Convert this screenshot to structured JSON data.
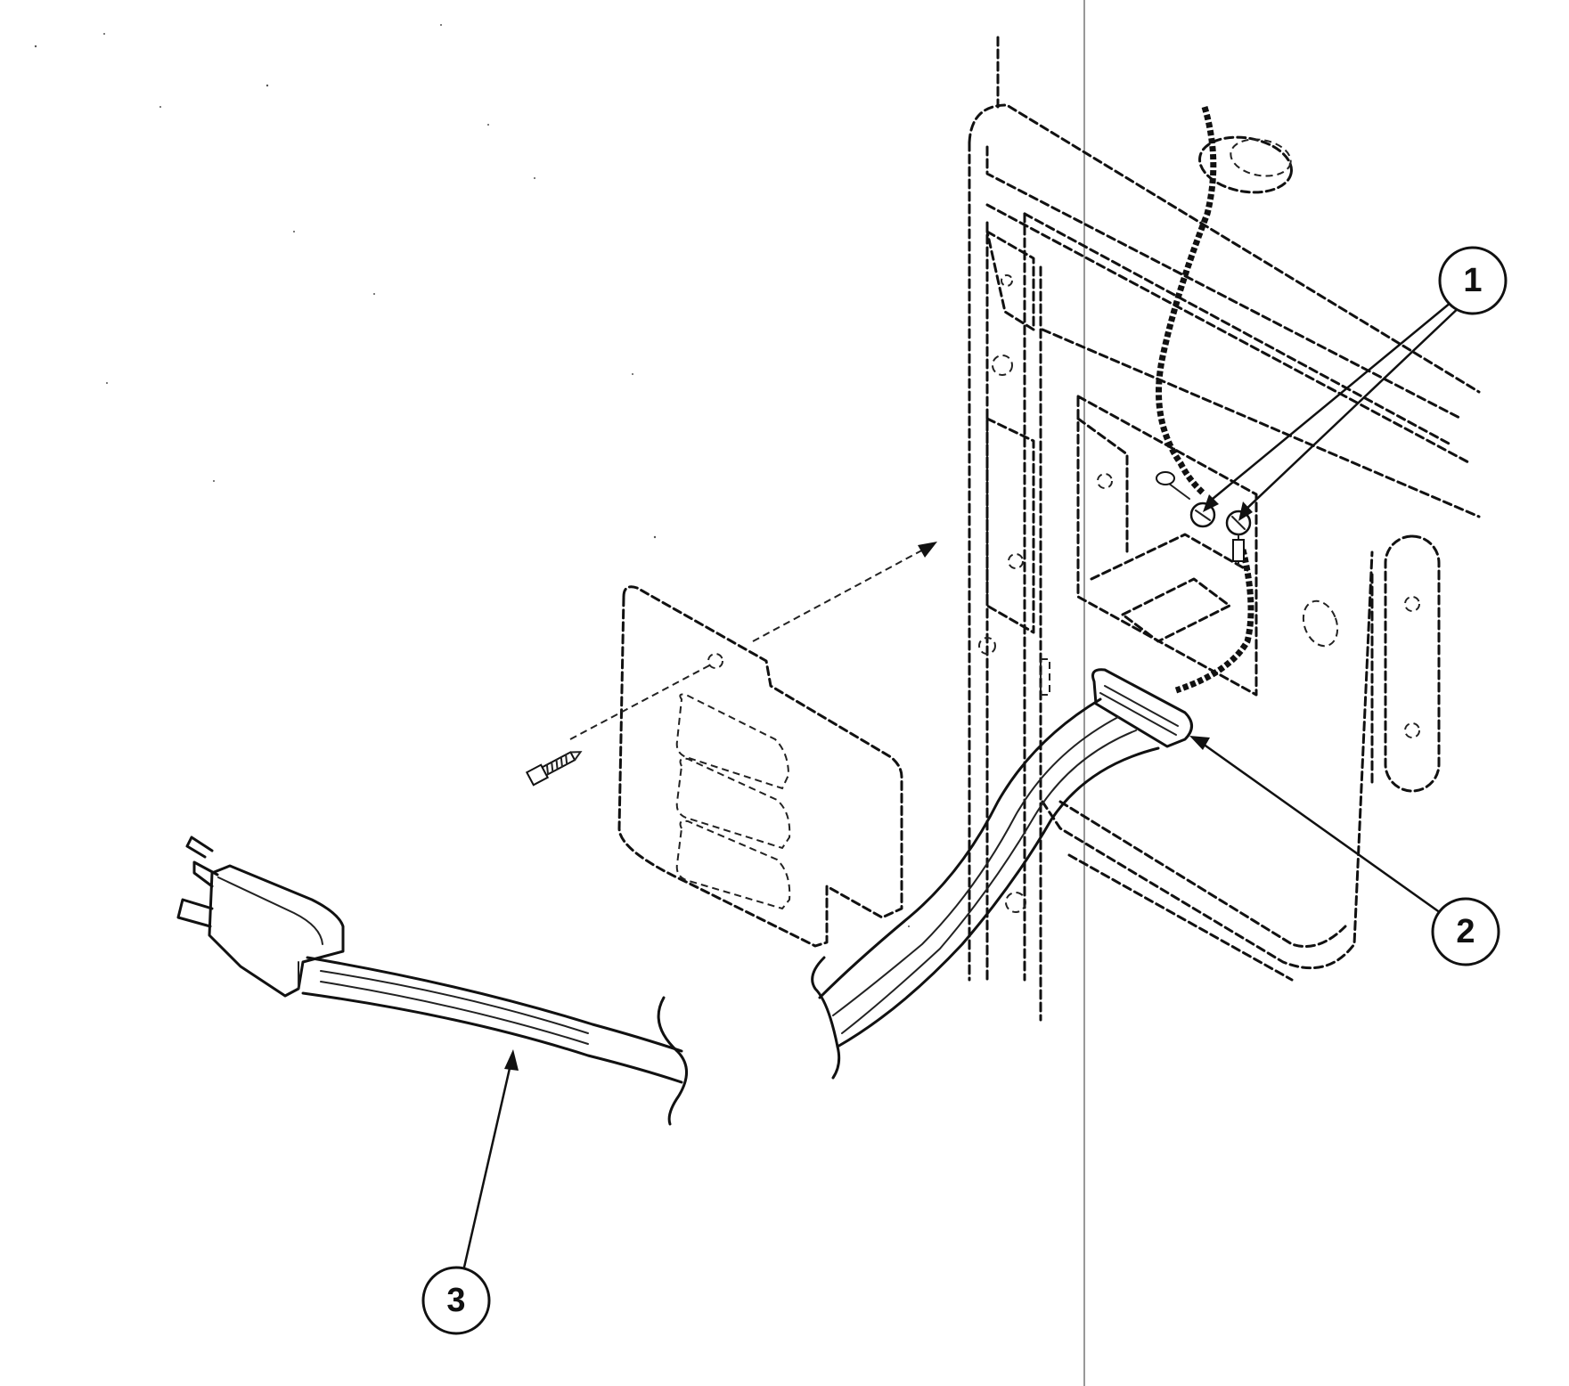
{
  "callouts": [
    {
      "id": "1",
      "label": "1"
    },
    {
      "id": "2",
      "label": "2"
    },
    {
      "id": "3",
      "label": "3"
    }
  ],
  "colors": {
    "line": "#111111",
    "background": "#ffffff"
  },
  "icons": [
    "power-plug-icon",
    "screw-icon",
    "cover-plate-icon",
    "strain-relief-bushing-icon",
    "terminal-screw-icon"
  ]
}
